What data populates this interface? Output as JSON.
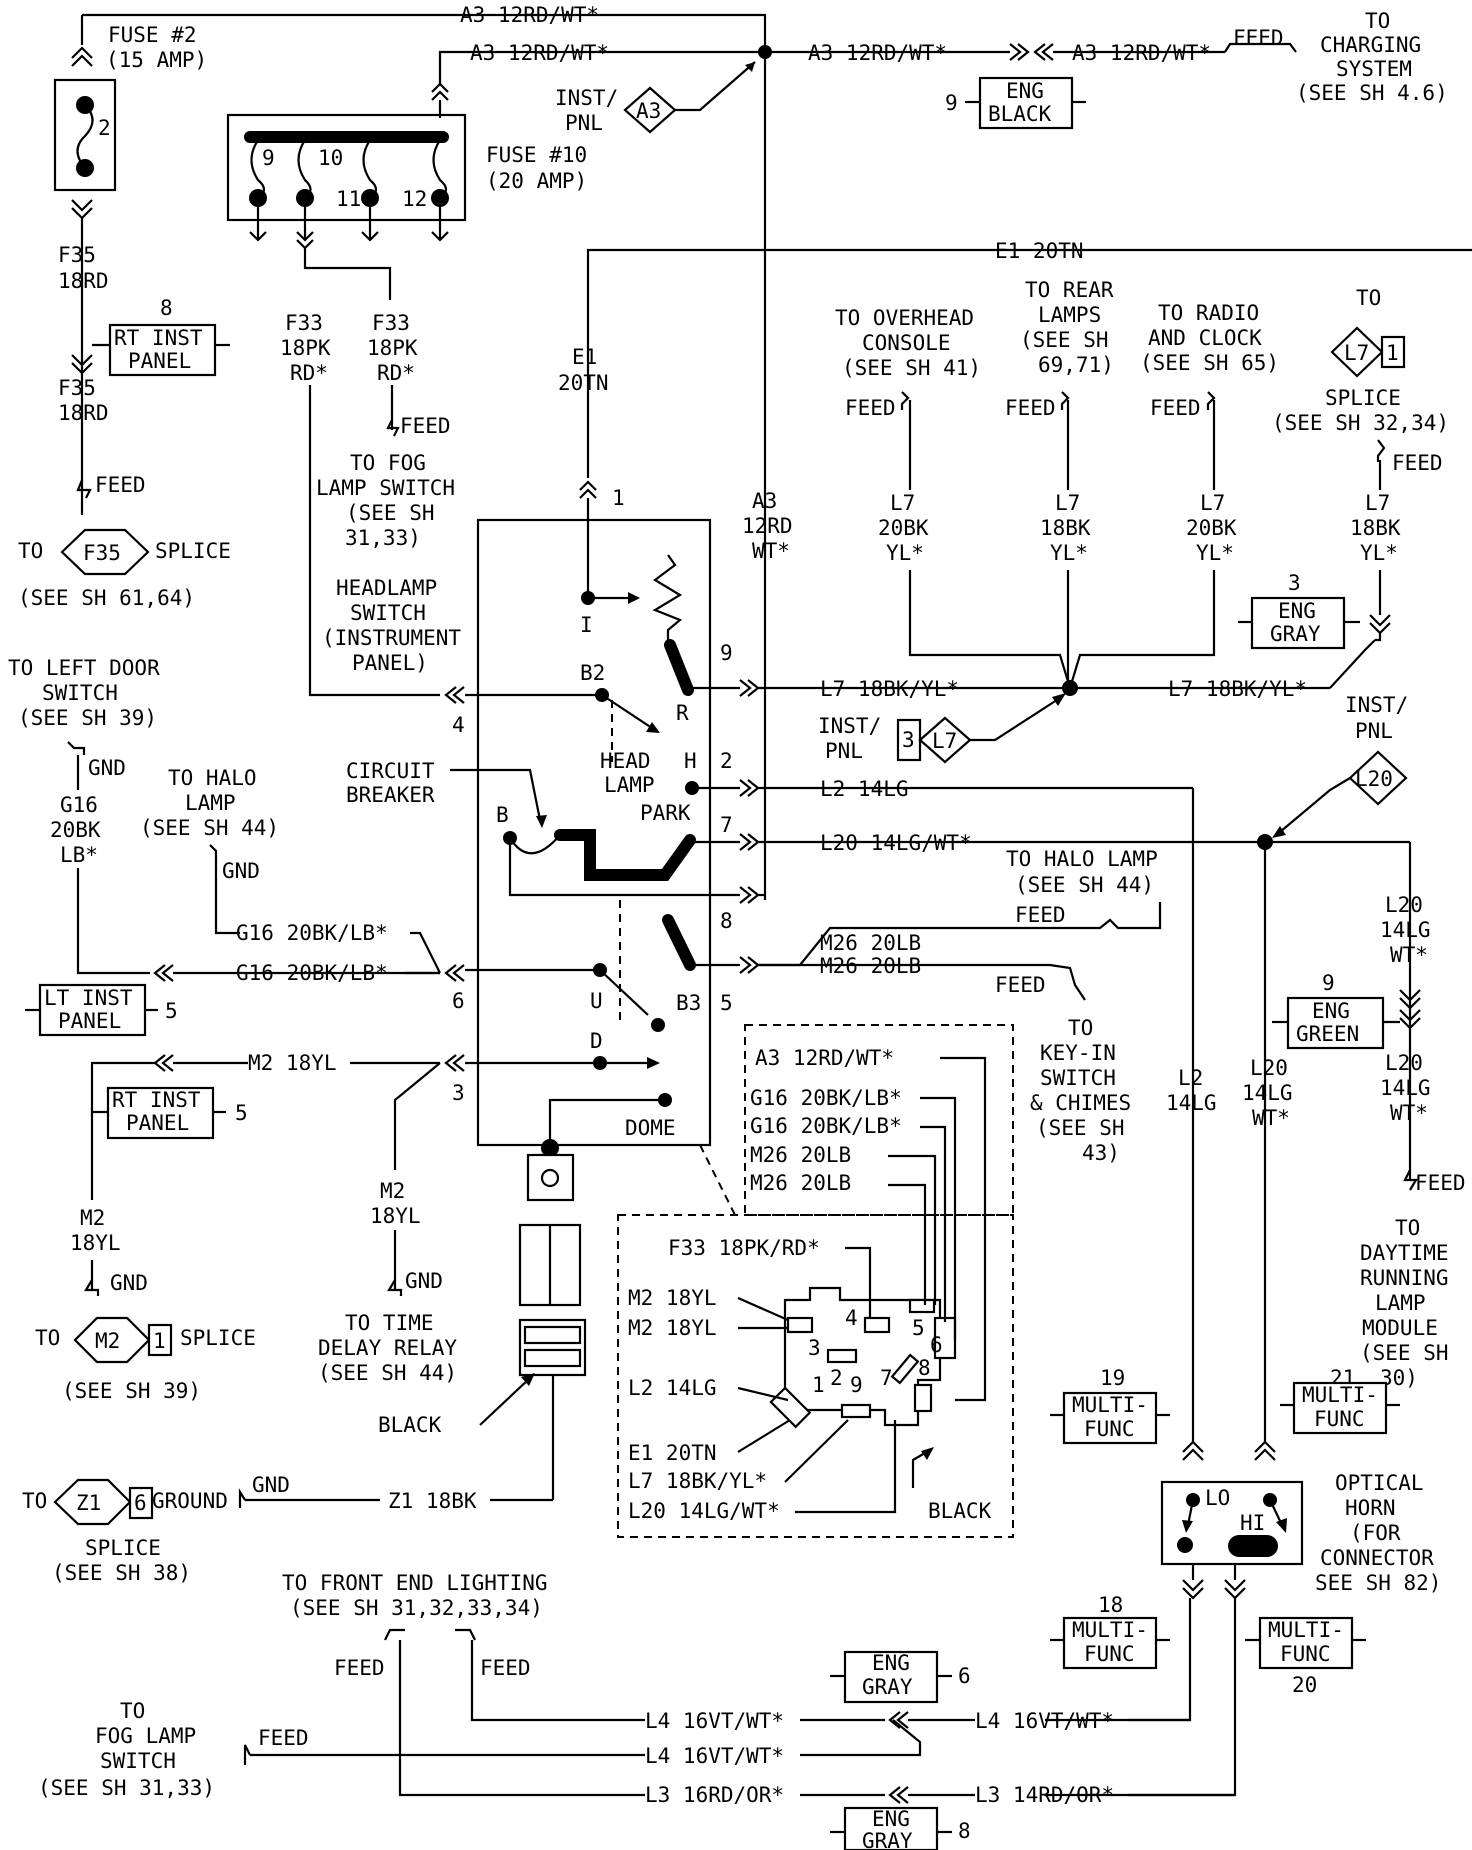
{
  "fuses": {
    "fuse2_title": "FUSE #2",
    "fuse2_amp": "(15 AMP)",
    "fuse2_num": "2",
    "fuse10_title": "FUSE #10",
    "fuse10_amp": "(20 AMP)",
    "fuse10_tabs": [
      "9",
      "10",
      "11",
      "12"
    ]
  },
  "wires": {
    "a3_top": "A3 12RD/WT*",
    "a3_mid": "A3 12RD/WT*",
    "a3_right": "A3 12RD/WT*",
    "a3_feed": "A3 12RD/WT*",
    "a3_vert": [
      "A3",
      "12RD",
      "WT*"
    ],
    "e1": "E1 20TN",
    "e1_vert": [
      "E1",
      "20TN"
    ],
    "f35_a": [
      "F35",
      "18RD"
    ],
    "f35_b": [
      "F35",
      "18RD"
    ],
    "f33_a": [
      "F33",
      "18PK",
      "RD*"
    ],
    "f33_b": [
      "F33",
      "18PK",
      "RD*"
    ],
    "l7_main": "L7 18BK/YL*",
    "l7_right": "L7 18BK/YL*",
    "l7_overhead": [
      "L7",
      "20BK",
      "YL*"
    ],
    "l7_rear": [
      "L7",
      "18BK",
      "YL*"
    ],
    "l7_radio": [
      "L7",
      "20BK",
      "YL*"
    ],
    "l7_splice": [
      "L7",
      "18BK",
      "YL*"
    ],
    "l2": "L2 14LG",
    "l2_vert": [
      "L2",
      "14LG"
    ],
    "l20": "L20 14LG/WT*",
    "l20_vert_a": [
      "L20",
      "14LG",
      "WT*"
    ],
    "l20_vert_b": [
      "L20",
      "14LG",
      "WT*"
    ],
    "l20_vert_c": [
      "L20",
      "14LG",
      "WT*"
    ],
    "m26_a": "M26 20LB",
    "m26_b": "M26 20LB",
    "g16_a": "G16 20BK/LB*",
    "g16_b": "G16 20BK/LB*",
    "g16_vert": [
      "G16",
      "20BK",
      "LB*"
    ],
    "m2_a": "M2 18YL",
    "m2_vert_a": [
      "M2",
      "18YL"
    ],
    "m2_vert_b": [
      "M2",
      "18YL"
    ],
    "z1": "Z1 18BK",
    "l4_a": "L4 16VT/WT*",
    "l4_b": "L4 16VT/WT*",
    "l4_c": "L4 16VT/WT*",
    "l3_a": "L3 16RD/OR*",
    "l3_b": "L3 14RD/OR*"
  },
  "labels": {
    "feed": "FEED",
    "gnd": "GND",
    "to_charging": [
      "TO",
      "CHARGING",
      "SYSTEM",
      "(SEE SH 4.6)"
    ],
    "inst_pnl": [
      "INST/",
      "PNL"
    ],
    "to_overhead": [
      "TO OVERHEAD",
      "CONSOLE",
      "(SEE SH 41)"
    ],
    "to_rear": [
      "TO REAR",
      "LAMPS",
      "(SEE SH",
      "69,71)"
    ],
    "to_radio": [
      "TO RADIO",
      "AND CLOCK",
      "(SEE SH 65)"
    ],
    "to_l7_splice": [
      "TO",
      "SPLICE",
      "(SEE SH 32,34)"
    ],
    "to_fog_switch": [
      "TO FOG",
      "LAMP SWITCH",
      "(SEE SH",
      "31,33)"
    ],
    "to_f35_splice": [
      "TO",
      "SPLICE",
      "(SEE SH 61,64)"
    ],
    "headlamp_switch": [
      "HEADLAMP",
      "SWITCH",
      "(INSTRUMENT",
      "PANEL)"
    ],
    "to_left_door": [
      "TO LEFT DOOR",
      "SWITCH",
      "(SEE SH 39)"
    ],
    "to_halo_left": [
      "TO HALO",
      "LAMP",
      "(SEE SH 44)"
    ],
    "circuit_breaker": [
      "CIRCUIT",
      "BREAKER"
    ],
    "head_lamp": [
      "HEAD",
      "LAMP"
    ],
    "park": "PARK",
    "dome": "DOME",
    "to_halo_right": [
      "TO HALO LAMP",
      "(SEE SH 44)"
    ],
    "to_keyin": [
      "TO",
      "KEY-IN",
      "SWITCH",
      "& CHIMES",
      "(SEE SH",
      "43)"
    ],
    "to_drl": [
      "TO",
      "DAYTIME",
      "RUNNING",
      "LAMP",
      "MODULE",
      "(SEE SH",
      "30)"
    ],
    "to_m2_splice": [
      "TO",
      "SPLICE",
      "(SEE SH 39)"
    ],
    "to_time_delay": [
      "TO TIME",
      "DELAY RELAY",
      "(SEE SH 44)"
    ],
    "black": "BLACK",
    "to_z1_ground": [
      "TO",
      "GROUND",
      "SPLICE",
      "(SEE SH 38)"
    ],
    "optical_horn": [
      "OPTICAL",
      "HORN",
      "(FOR",
      "CONNECTOR",
      "SEE SH 82)"
    ],
    "lo": "LO",
    "hi": "HI",
    "to_front_end": [
      "TO FRONT END LIGHTING",
      "(SEE SH 31,32,33,34)"
    ],
    "to_fog_switch2": [
      "TO",
      "FOG LAMP",
      "SWITCH",
      "(SEE SH 31,33)"
    ]
  },
  "switch_terminals": {
    "i": "I",
    "b2": "B2",
    "r": "R",
    "h": "H",
    "b": "B",
    "u": "U",
    "b3": "B3",
    "d": "D"
  },
  "pin_numbers": {
    "p1": "1",
    "p2": "2",
    "p3": "3",
    "p4": "4",
    "p5": "5",
    "p6": "6",
    "p7": "7",
    "p8": "8",
    "p9": "9"
  },
  "connectors": {
    "eng_black": {
      "line1": "ENG",
      "line2": "BLACK",
      "pin": "9"
    },
    "eng_gray_3": {
      "line1": "ENG",
      "line2": "GRAY",
      "pin": "3"
    },
    "eng_green": {
      "line1": "ENG",
      "line2": "GREEN",
      "pin": "9"
    },
    "eng_gray_6": {
      "line1": "ENG",
      "line2": "GRAY",
      "pin": "6"
    },
    "eng_gray_8": {
      "line1": "ENG",
      "line2": "GRAY",
      "pin": "8"
    },
    "rt_inst_8": {
      "line1": "RT INST",
      "line2": "PANEL",
      "pin": "8"
    },
    "rt_inst_5": {
      "line1": "RT INST",
      "line2": "PANEL",
      "pin": "5"
    },
    "lt_inst_5": {
      "line1": "LT INST",
      "line2": "PANEL",
      "pin": "5"
    },
    "multi_19": {
      "line1": "MULTI-",
      "line2": "FUNC",
      "pin": "19"
    },
    "multi_21": {
      "line1": "MULTI-",
      "line2": "FUNC",
      "pin": "21"
    },
    "multi_18": {
      "line1": "MULTI-",
      "line2": "FUNC",
      "pin": "18"
    },
    "multi_20": {
      "line1": "MULTI-",
      "line2": "FUNC",
      "pin": "20"
    }
  },
  "splice_tags": {
    "a3": "A3",
    "l7": "L7",
    "l7_top": "L7",
    "l7_top_pin": "1",
    "l7_pin": "3",
    "l20": "L20",
    "f35": "F35",
    "m2": "M2",
    "m2_pin": "1",
    "z1": "Z1",
    "z1_pin": "6"
  },
  "inset": {
    "a3": "A3 12RD/WT*",
    "g16_a": "G16 20BK/LB*",
    "g16_b": "G16 20BK/LB*",
    "m26_a": "M26 20LB",
    "m26_b": "M26 20LB",
    "f33": "F33 18PK/RD*",
    "m2_a": "M2 18YL",
    "m2_b": "M2 18YL",
    "l2": "L2 14LG",
    "e1": "E1 20TN",
    "l7": "L7 18BK/YL*",
    "l20": "L20 14LG/WT*",
    "black": "BLACK"
  }
}
